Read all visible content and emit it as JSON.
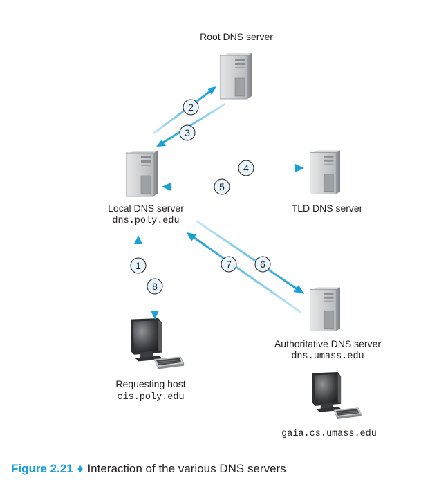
{
  "nodes": {
    "root": {
      "name": "Root DNS server"
    },
    "local": {
      "name": "Local DNS server",
      "hostname": "dns.poly.edu"
    },
    "tld": {
      "name": "TLD DNS server"
    },
    "auth": {
      "name": "Authoritative DNS server",
      "hostname": "dns.umass.edu"
    },
    "requesting": {
      "name": "Requesting host",
      "hostname": "cis.poly.edu"
    },
    "gaia": {
      "hostname": "gaia.cs.umass.edu"
    }
  },
  "steps": [
    "1",
    "2",
    "3",
    "4",
    "5",
    "6",
    "7",
    "8"
  ],
  "caption": {
    "figure": "Figure 2.21",
    "separator": "♦",
    "text": "Interaction of the various DNS servers"
  },
  "colors": {
    "arrow": "#1aa0d8",
    "caption": "#1aa0d8",
    "server": "#c9ccce"
  }
}
